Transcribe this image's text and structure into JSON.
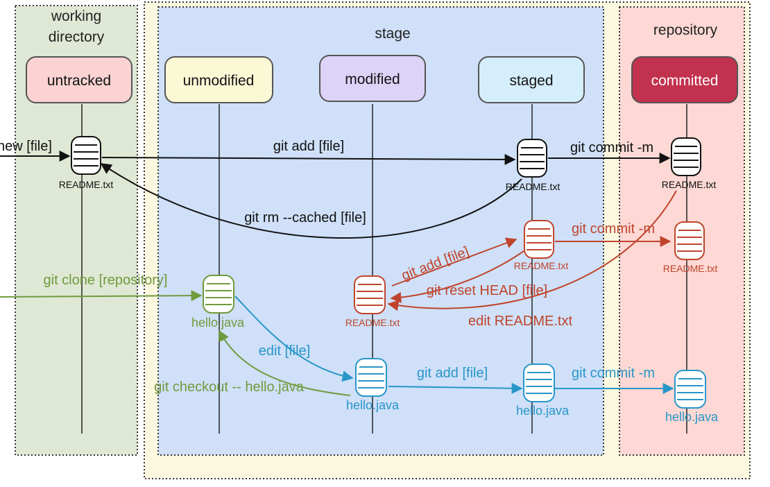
{
  "regions": {
    "working_directory": {
      "title_line1": "working",
      "title_line2": "directory"
    },
    "stage": {
      "title": "stage"
    },
    "repository": {
      "title": "repository"
    }
  },
  "states": {
    "untracked": "untracked",
    "unmodified": "unmodified",
    "modified": "modified",
    "staged": "staged",
    "committed": "committed"
  },
  "file_labels": {
    "readme_untracked": "README.txt",
    "readme_staged": "README.txt",
    "readme_committed": "README.txt",
    "readme_staged_red": "README.txt",
    "readme_committed_red": "README.txt",
    "readme_modified": "README.txt",
    "hello_unmodified": "hello.java",
    "hello_modified": "hello.java",
    "hello_staged": "hello.java",
    "hello_committed": "hello.java"
  },
  "commands": {
    "new_file": "new [file]",
    "git_add_file_black": "git add [file]",
    "git_commit_black": "git commit -m",
    "git_rm_cached": "git rm --cached [file]",
    "git_add_file_red": "git add [file]",
    "git_commit_red": "git commit -m",
    "git_reset_head": "git reset HEAD [file]",
    "edit_readme": "edit README.txt",
    "git_clone": "git clone [repository]",
    "edit_file": "edit [file]",
    "git_checkout": "git checkout -- hello.java",
    "git_add_file_blue": "git add [file]",
    "git_commit_blue": "git commit -m"
  },
  "colors": {
    "workdir_bg": "#dfe8d4",
    "stage_bg": "#cfe0f8",
    "outer_bg": "#fcf8e0",
    "repo_bg": "#fdd8d4",
    "untracked_box": "#fbd3d3",
    "unmodified_box": "#fbf8d6",
    "modified_box": "#ddd2f7",
    "staged_box": "#d5eefb",
    "committed_box": "#c2324e",
    "black_flow": "#111111",
    "red_flow": "#c0442c",
    "green_flow": "#6f9a3e",
    "blue_flow": "#2896c8"
  }
}
